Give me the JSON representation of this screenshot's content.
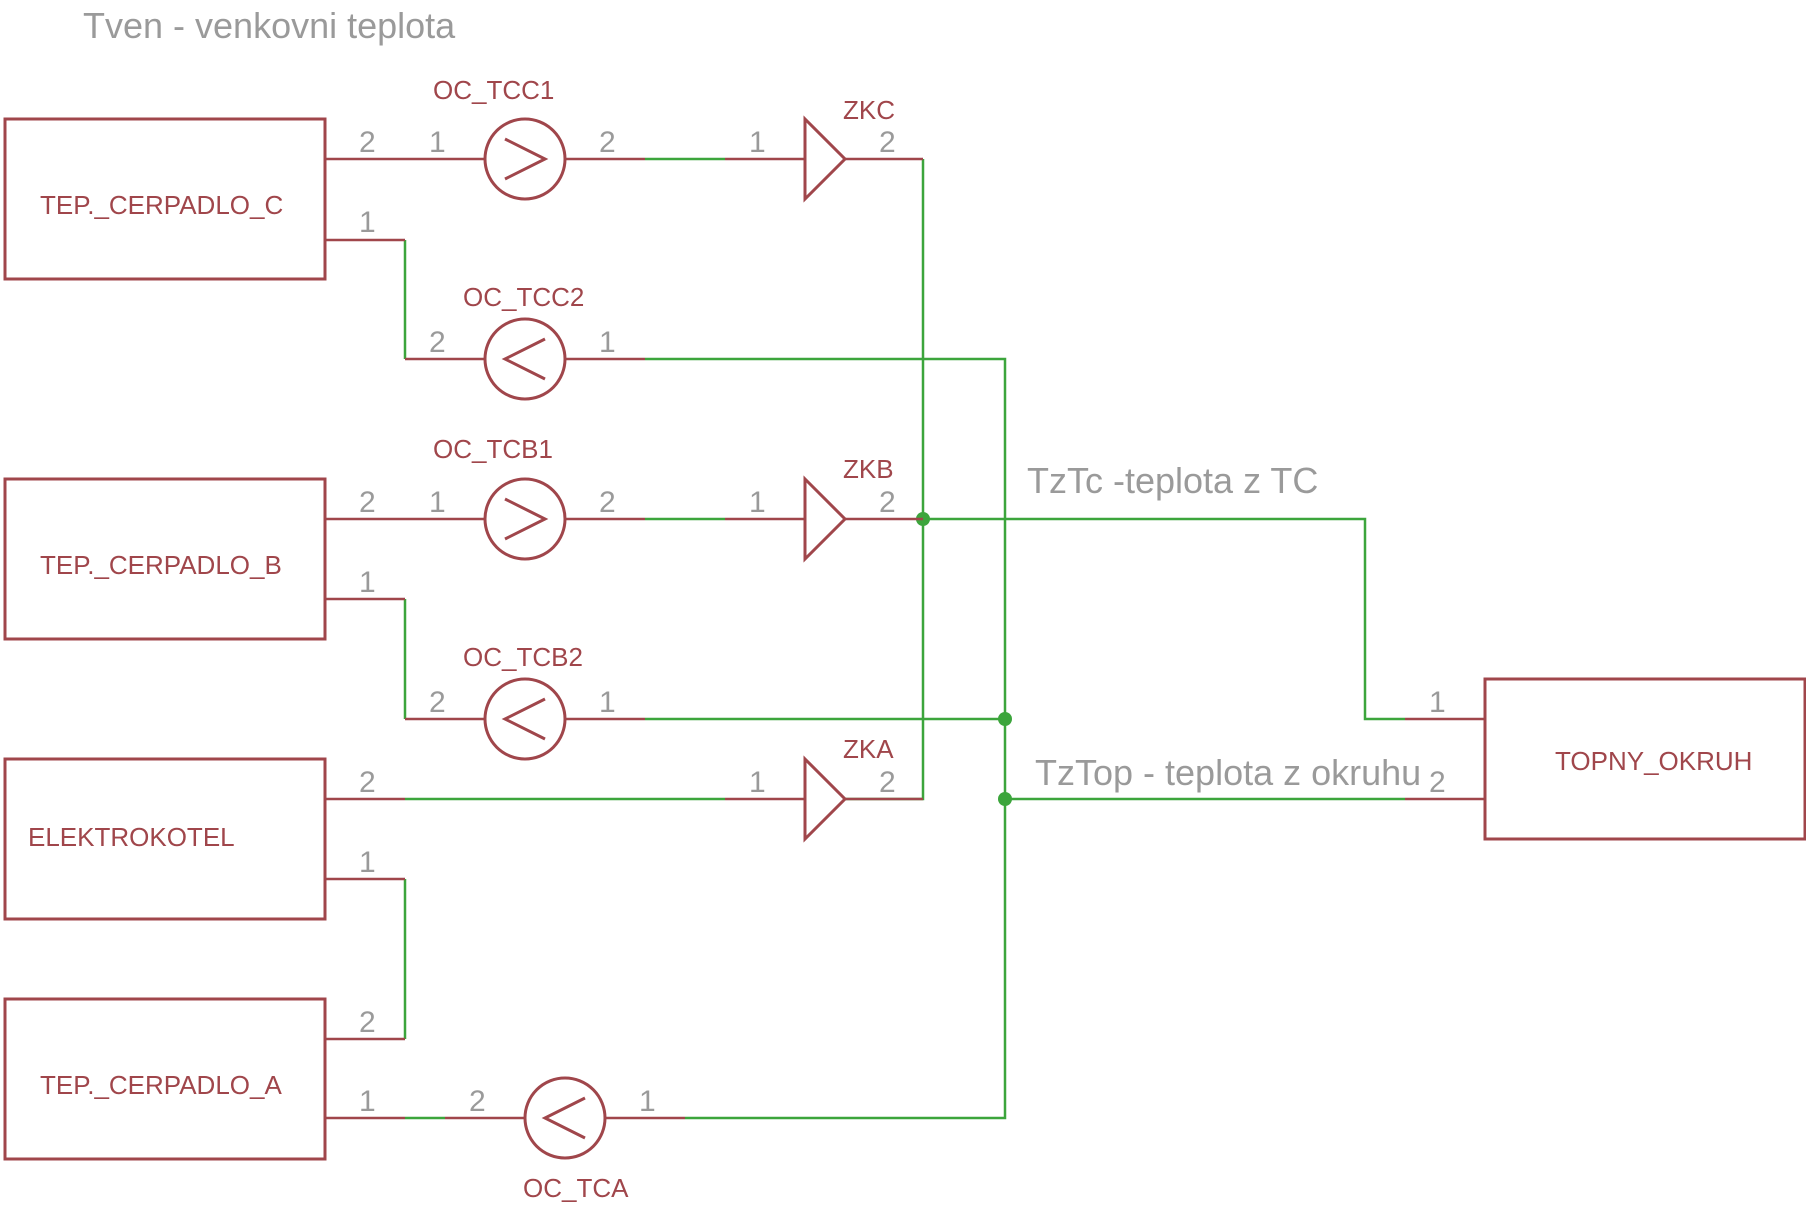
{
  "labels": {
    "tven": "Tven - venkovni teplota",
    "tztc": "TzTc -teplota z TC",
    "tztop": "TzTop - teplota z okruhu"
  },
  "blocks": {
    "tep_c": "TEP._CERPADLO_C",
    "tep_b": "TEP._CERPADLO_B",
    "elektro": "ELEKTROKOTEL",
    "tep_a": "TEP._CERPADLO_A",
    "topny": "TOPNY_OKRUH"
  },
  "parts": {
    "oc_tcc1": "OC_TCC1",
    "oc_tcc2": "OC_TCC2",
    "oc_tcb1": "OC_TCB1",
    "oc_tcb2": "OC_TCB2",
    "oc_tca": "OC_TCA",
    "zkc": "ZKC",
    "zkb": "ZKB",
    "zka": "ZKA"
  },
  "pins": {
    "one": "1",
    "two": "2"
  }
}
